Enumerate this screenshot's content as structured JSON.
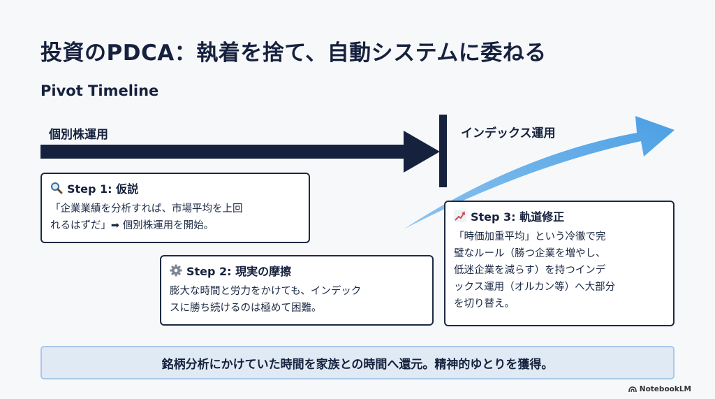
{
  "title": "投資のPDCA：執着を捨て、自動システムに委ねる",
  "subtitle": "Pivot Timeline",
  "timeline": {
    "left_label": "個別株運用",
    "right_label": "インデックス運用"
  },
  "steps": [
    {
      "icon": "magnifier-icon",
      "title": "Step 1: 仮説",
      "lines": [
        "「企業業績を分析すれば、市場平均を上回",
        "れるはずだ」➡ 個別株運用を開始。"
      ]
    },
    {
      "icon": "gear-icon",
      "title": "Step 2: 現実の摩擦",
      "lines": [
        "膨大な時間と労力をかけても、インデック",
        "スに勝ち続けるのは極めて困難。"
      ]
    },
    {
      "icon": "trend-up-icon",
      "title": "Step 3: 軌道修正",
      "lines": [
        "「時価加重平均」という冷徹で完",
        "璧なルール（勝つ企業を増やし、",
        "低迷企業を減らす）を持つインデ",
        "ックス運用（オルカン等）へ大部分",
        "を切り替え。"
      ]
    }
  ],
  "banner": "銘柄分析にかけていた時間を家族との時間へ還元。精神的ゆとりを獲得。",
  "brand": "NotebookLM",
  "colors": {
    "navy": "#16213d",
    "sky_arrow": "#5aa7e6",
    "banner_bg": "#dfeaf5",
    "banner_border": "#a9c9e6"
  }
}
